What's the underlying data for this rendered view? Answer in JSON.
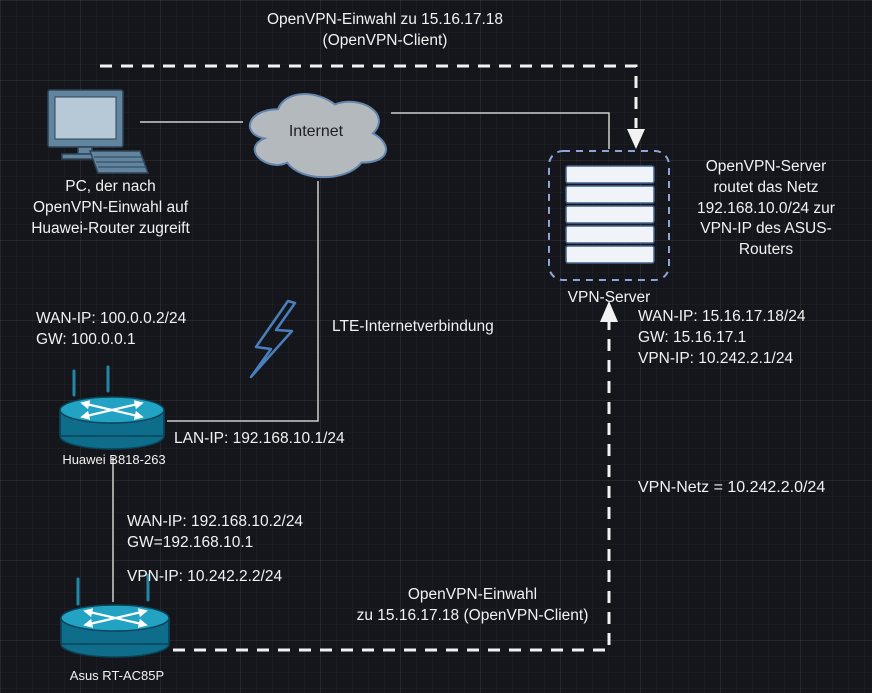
{
  "diagram": {
    "notes": {
      "top": "OpenVPN-Einwahl zu 15.16.17.18\n(OpenVPN-Client)",
      "bottom": "OpenVPN-Einwahl\nzu 15.16.17.18 (OpenVPN-Client)",
      "server_routing": "OpenVPN-Server\nroutet das Netz\n192.168.10.0/24 zur\nVPN-IP des ASUS-\nRouters",
      "vpn_net": "VPN-Netz = 10.242.2.0/24",
      "lte": "LTE-Internetverbindung"
    },
    "nodes": {
      "pc": {
        "label": "PC, der nach\nOpenVPN-Einwahl auf\nHuawei-Router zugreift"
      },
      "internet": {
        "label": "Internet"
      },
      "vpn_server": {
        "label": "VPN-Server",
        "ips": "WAN-IP: 15.16.17.18/24\nGW: 15.16.17.1\nVPN-IP: 10.242.2.1/24"
      },
      "huawei_router": {
        "label": "Huawei B818-263",
        "wan": "WAN-IP: 100.0.0.2/24\nGW: 100.0.0.1",
        "lan": "LAN-IP: 192.168.10.1/24"
      },
      "asus_router": {
        "label": "Asus RT-AC85P",
        "wan": "WAN-IP: 192.168.10.2/24\nGW=192.168.10.1",
        "vpn": "VPN-IP: 10.242.2.2/24"
      }
    },
    "colors": {
      "background": "#15161b",
      "text": "#f2f2f2",
      "router_fill": "#0f6d8c",
      "router_top": "#22a3c4",
      "cloud_fill": "#b4b9bd",
      "cloud_stroke": "#6286ad",
      "server_slab": "#f0f3f7",
      "server_dash_border": "#8fa5d6",
      "dashed_arrow": "#f2f2f2",
      "lightning_stroke": "#4a7ebd",
      "pc_fill": "#61859f"
    }
  }
}
